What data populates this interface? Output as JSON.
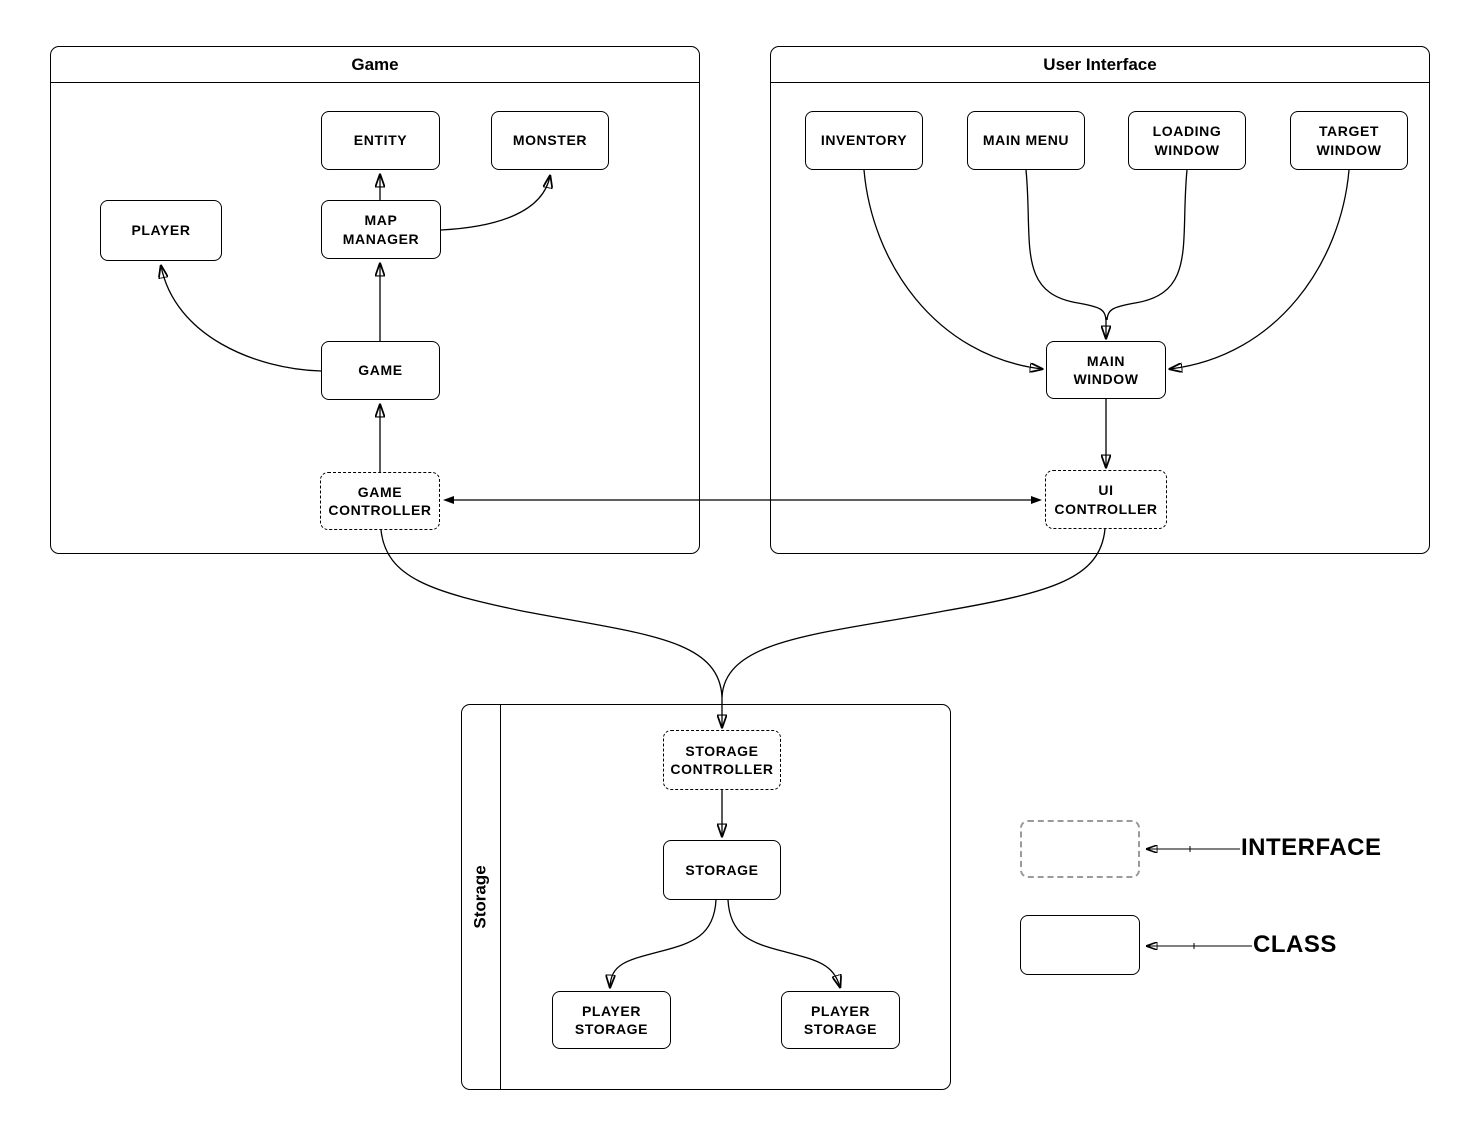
{
  "diagram": {
    "containers": {
      "game": {
        "title": "Game"
      },
      "ui": {
        "title": "User Interface"
      },
      "storage": {
        "title": "Storage"
      }
    },
    "nodes": {
      "entity": {
        "label": "ENTITY",
        "type": "class"
      },
      "monster": {
        "label": "MONSTER",
        "type": "class"
      },
      "player": {
        "label": "PLAYER",
        "type": "class"
      },
      "map_manager": {
        "label": "MAP MANAGER",
        "type": "class"
      },
      "game": {
        "label": "GAME",
        "type": "class"
      },
      "game_controller": {
        "label": "GAME CONTROLLER",
        "type": "interface"
      },
      "inventory": {
        "label": "INVENTORY",
        "type": "class"
      },
      "main_menu": {
        "label": "MAIN MENU",
        "type": "class"
      },
      "loading_window": {
        "label": "LOADING WINDOW",
        "type": "class"
      },
      "target_window": {
        "label": "TARGET WINDOW",
        "type": "class"
      },
      "main_window": {
        "label": "MAIN WINDOW",
        "type": "class"
      },
      "ui_controller": {
        "label": "UI CONTROLLER",
        "type": "interface"
      },
      "storage_controller": {
        "label": "STORAGE CONTROLLER",
        "type": "interface"
      },
      "storage": {
        "label": "STORAGE",
        "type": "class"
      },
      "player_storage_left": {
        "label": "PLAYER STORAGE",
        "type": "class"
      },
      "player_storage_right": {
        "label": "PLAYER STORAGE",
        "type": "class"
      }
    },
    "edges": [
      {
        "from": "map_manager",
        "to": "entity"
      },
      {
        "from": "map_manager",
        "to": "monster"
      },
      {
        "from": "game",
        "to": "map_manager"
      },
      {
        "from": "game",
        "to": "player"
      },
      {
        "from": "game_controller",
        "to": "game"
      },
      {
        "from": "ui_controller",
        "to": "game_controller",
        "bidirectional": true
      },
      {
        "from": "inventory",
        "to": "main_window"
      },
      {
        "from": "main_menu",
        "to": "main_window"
      },
      {
        "from": "loading_window",
        "to": "main_window"
      },
      {
        "from": "target_window",
        "to": "main_window"
      },
      {
        "from": "main_window",
        "to": "ui_controller"
      },
      {
        "from": "game_controller",
        "to": "storage_controller"
      },
      {
        "from": "ui_controller",
        "to": "storage_controller"
      },
      {
        "from": "storage_controller",
        "to": "storage"
      },
      {
        "from": "storage",
        "to": "player_storage_left"
      },
      {
        "from": "storage",
        "to": "player_storage_right"
      }
    ],
    "legend": {
      "interface_label": "INTERFACE",
      "class_label": "CLASS"
    },
    "colors": {
      "line": "#000000",
      "node_fill": "#ffffff",
      "background": "#ffffff",
      "legend_dashed_border": "#9a9a9a"
    }
  }
}
